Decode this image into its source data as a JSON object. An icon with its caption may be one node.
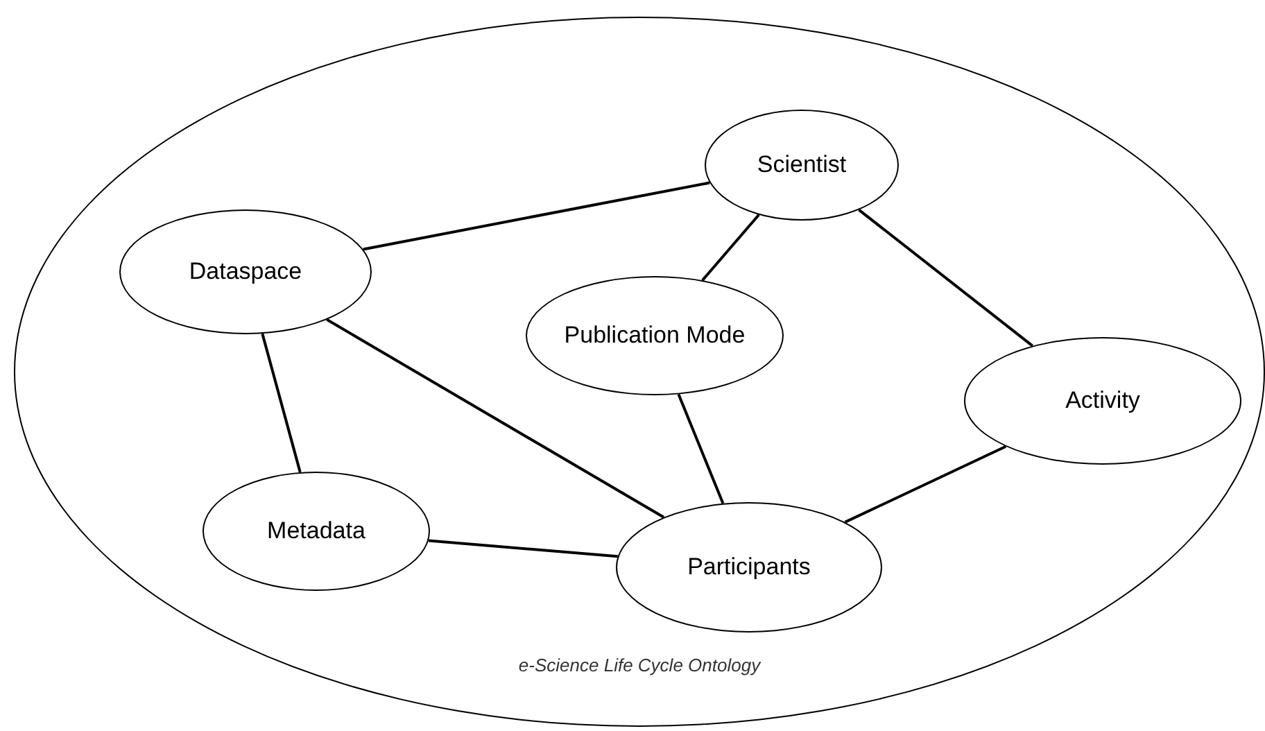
{
  "diagram": {
    "nodes": [
      {
        "text": [
          "e-Science Life Cycle Ontology"
        ]
      },
      {
        "text": [
          "Scientist"
        ],
        "in": 0
      },
      {
        "text": [
          "Dataspace"
        ],
        "in": 0
      },
      {
        "text": [
          "Publication Mode"
        ],
        "in": 0
      },
      {
        "text": [
          "Activity"
        ],
        "in": 0
      },
      {
        "text": [
          "Metadata"
        ],
        "in": 0
      },
      {
        "text": [
          "Participants"
        ],
        "in": 0
      }
    ],
    "edges": [
      {
        "from": 2,
        "to": 1,
        "arrow": "none"
      },
      {
        "from": 1,
        "to": 3,
        "arrow": "none"
      },
      {
        "from": 1,
        "to": 4,
        "arrow": "none"
      },
      {
        "from": 2,
        "to": 5,
        "arrow": "none"
      },
      {
        "from": 2,
        "to": 6,
        "arrow": "none"
      },
      {
        "from": 3,
        "to": 6,
        "arrow": "none"
      },
      {
        "from": 5,
        "to": 6,
        "arrow": "none"
      },
      {
        "from": 4,
        "to": 6,
        "arrow": "none"
      }
    ]
  }
}
